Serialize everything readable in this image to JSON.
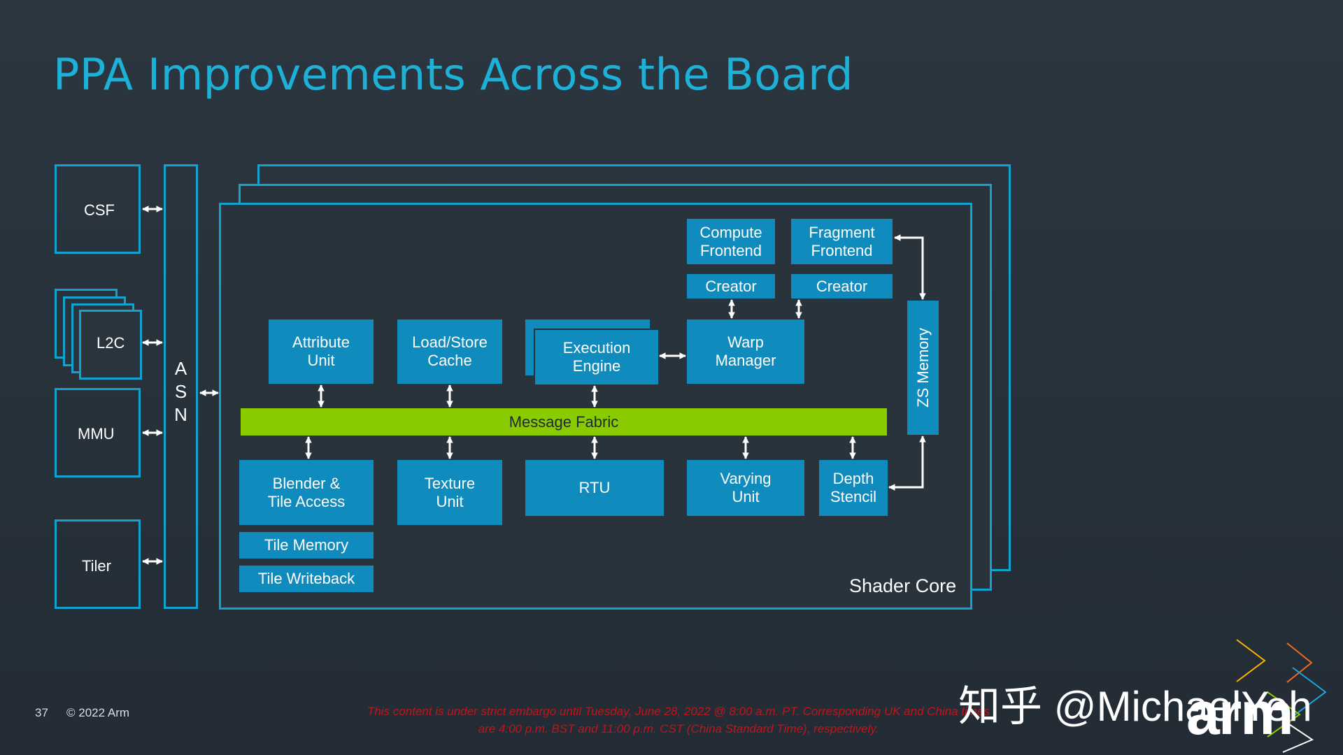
{
  "title": "PPA Improvements Across the Board",
  "left_blocks": {
    "csf": "CSF",
    "l2c": "L2C",
    "mmu": "MMU",
    "tiler": "Tiler",
    "asn": "A\nS\nN"
  },
  "shader_core": {
    "label": "Shader Core",
    "compute_frontend": "Compute\nFrontend",
    "fragment_frontend": "Fragment\nFrontend",
    "creator_left": "Creator",
    "creator_right": "Creator",
    "attribute_unit": "Attribute\nUnit",
    "load_store_cache": "Load/Store\nCache",
    "execution_engine": "Execution\nEngine",
    "warp_manager": "Warp\nManager",
    "zs_memory": "ZS Memory",
    "message_fabric": "Message Fabric",
    "blender_tile_access": "Blender &\nTile Access",
    "texture_unit": "Texture\nUnit",
    "rtu": "RTU",
    "varying_unit": "Varying\nUnit",
    "depth_stencil": "Depth\nStencil",
    "tile_memory": "Tile Memory",
    "tile_writeback": "Tile Writeback"
  },
  "footer": {
    "page_number": "37",
    "copyright": "© 2022 Arm",
    "embargo": "This content is under strict embargo until Tuesday, June 28, 2022 @ 8:00 a.m. PT. Corresponding UK and China times are 4:00 p.m. BST and 11:00 p.m. CST (China Standard Time), respectively.",
    "watermark": "知乎 @MichaelYeh",
    "logo": "arm"
  },
  "colors": {
    "background": "#27313a",
    "accent": "#1db1d8",
    "block": "#0f8bbd",
    "fabric": "#8acb00",
    "embargo_text": "#c0141b"
  },
  "icons": [
    "double-arrow-icon",
    "arm-chevron-icon"
  ]
}
